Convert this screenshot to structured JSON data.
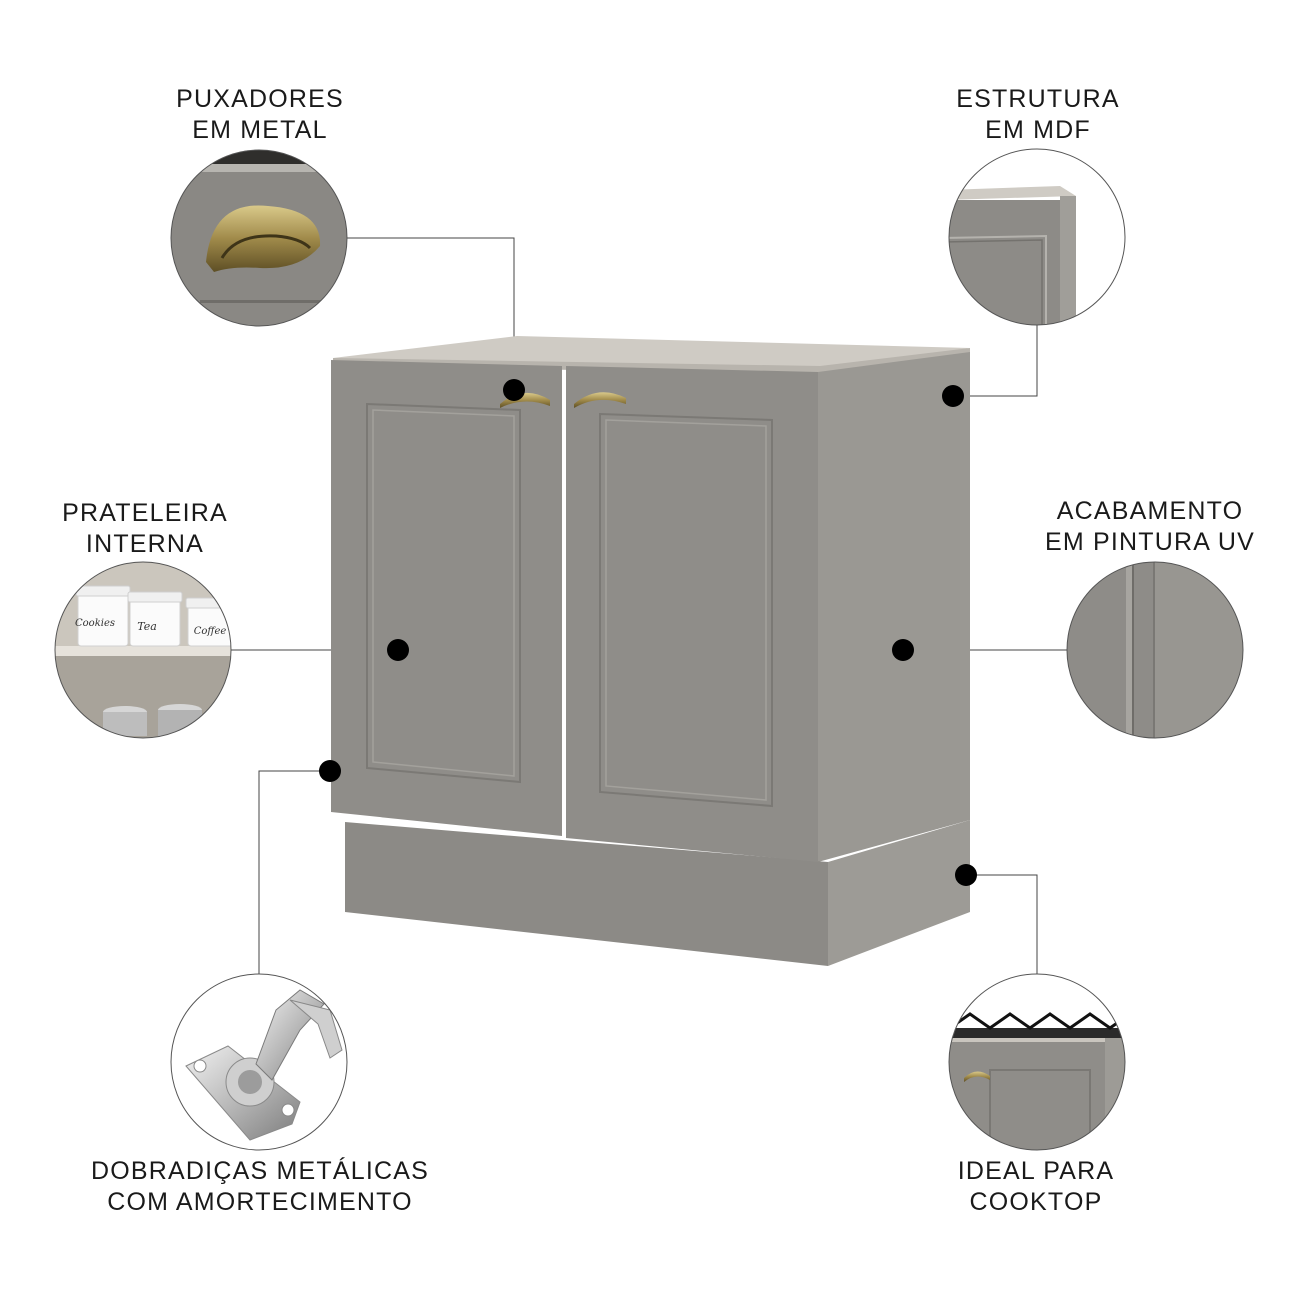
{
  "features": [
    {
      "id": "puxadores",
      "line1": "PUXADORES",
      "line2": "EM METAL",
      "detail": "handle-detail-image"
    },
    {
      "id": "estrutura",
      "line1": "ESTRUTURA",
      "line2": "EM MDF",
      "detail": "mdf-edge-detail-image"
    },
    {
      "id": "prateleira",
      "line1": "PRATELEIRA",
      "line2": "INTERNA",
      "detail": "shelf-detail-image",
      "jars": [
        "Cookies",
        "Tea",
        "Coffee"
      ]
    },
    {
      "id": "acabamento",
      "line1": "ACABAMENTO",
      "line2": "EM PINTURA UV",
      "detail": "uv-paint-detail-image"
    },
    {
      "id": "dobradicas",
      "line1": "DOBRADIÇAS METÁLICAS",
      "line2": "COM AMORTECIMENTO",
      "detail": "hinge-detail-image"
    },
    {
      "id": "ideal",
      "line1": "IDEAL PARA",
      "line2": "COOKTOP",
      "detail": "cooktop-detail-image"
    }
  ],
  "colors": {
    "cabinet_front": "#8f8d89",
    "cabinet_side": "#9a9893",
    "countertop": "#cfcbc4",
    "brass": "#a08a4a",
    "text": "#1a1a1a",
    "marker": "#000000"
  }
}
